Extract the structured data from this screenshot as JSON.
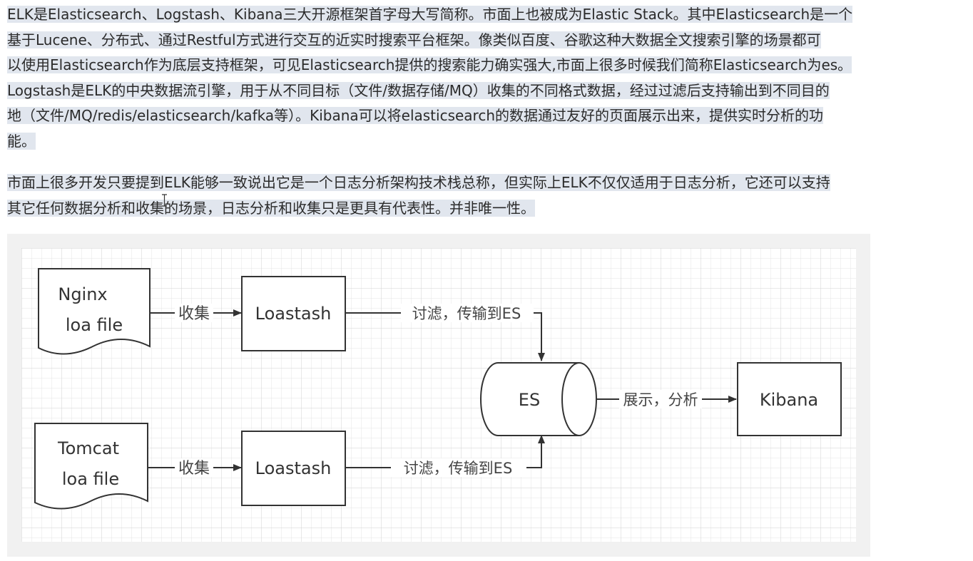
{
  "article": {
    "paragraph1": {
      "lines": [
        "ELK是Elasticsearch、Logstash、Kibana三大开源框架首字母大写简称。市面上也被成为Elastic Stack。其中Elasticsearch是一个",
        "基于Lucene、分布式、通过Restful方式进行交互的近实时搜索平台框架。像类似百度、谷歌这种大数据全文搜索引擎的场景都可",
        "以使用Elasticsearch作为底层支持框架，可见Elasticsearch提供的搜索能力确实强大,市面上很多时候我们简称Elasticsearch为es。",
        "Logstash是ELK的中央数据流引擎，用于从不同目标（文件/数据存储/MQ）收集的不同格式数据，经过过滤后支持输出到不同目的",
        "地（文件/MQ/redis/elasticsearch/kafka等）。Kibana可以将elasticsearch的数据通过友好的页面展示出来，提供实时分析的功",
        "能。"
      ]
    },
    "paragraph2": {
      "lines": [
        "市面上很多开发只要提到ELK能够一致说出它是一个日志分析架构技术栈总称，但实际上ELK不仅仅适用于日志分析，它还可以支持",
        "其它任何数据分析和收集的场景，日志分析和收集只是更具有代表性。并非唯一性。"
      ]
    }
  },
  "diagram": {
    "nginx_file": [
      "Nginx",
      "loa file"
    ],
    "tomcat_file": [
      "Tomcat",
      "loa file"
    ],
    "collect_label_top": "收集",
    "collect_label_bottom": "收集",
    "logstash_top": "Loastash",
    "logstash_bottom": "Loastash",
    "filter_label_top": "讨滤，传输到ES",
    "filter_label_bottom": "讨滤，传输到ES",
    "es": "ES",
    "show_label": "展示，分析",
    "kibana": "Kibana"
  },
  "colors": {
    "highlight": "#e1e6ee",
    "text": "#2b2b2b",
    "grid_background": "#f1f1f1",
    "grid_line": "#dcdcdc",
    "diagram_stroke": "#333333"
  }
}
